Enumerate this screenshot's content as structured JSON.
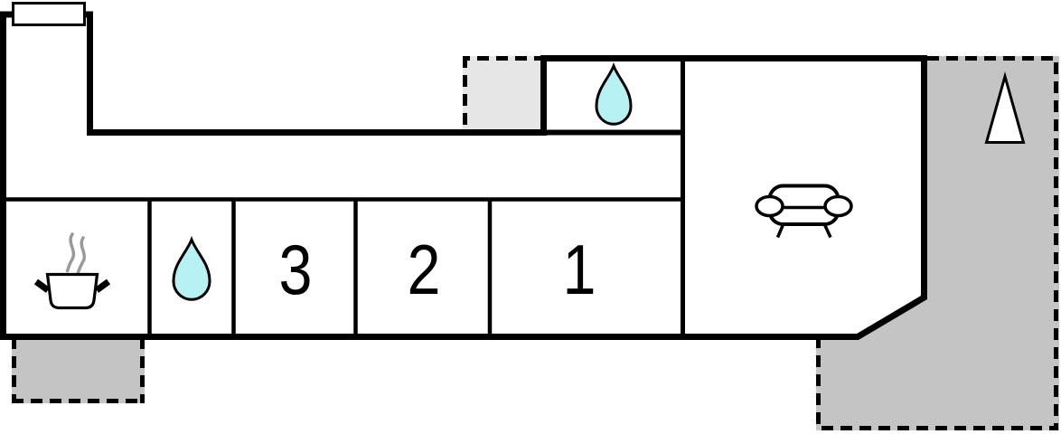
{
  "floor_plan": {
    "rooms": [
      {
        "label": "1"
      },
      {
        "label": "2"
      },
      {
        "label": "3"
      }
    ],
    "icons": {
      "kitchen": "cooking-pot-icon",
      "bathroom": "water-drop-icon",
      "utility": "water-drop-icon",
      "living_room": "sofa-icon",
      "orientation": "north-arrow-icon"
    },
    "colors": {
      "wall": "#000000",
      "room_fill": "#ffffff",
      "terrace": "#c4c4c4",
      "entrance_terrace": "#e6e6e6",
      "water_drop": "#b7f1f3",
      "steam": "#999999",
      "label_text": "#000000"
    }
  }
}
